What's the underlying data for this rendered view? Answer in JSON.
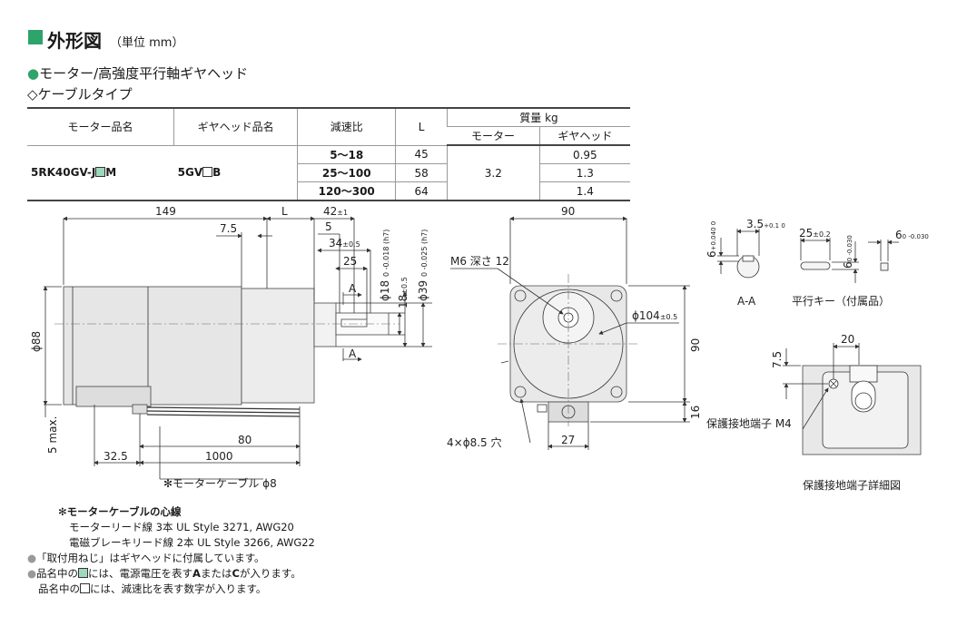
{
  "header": {
    "title": "外形図",
    "unit": "（単位 mm）",
    "subtitle": "モーター/高強度平行軸ギヤヘッド",
    "subtype": "◇ケーブルタイプ"
  },
  "table": {
    "headers": {
      "motor": "モーター品名",
      "gear": "ギヤヘッド品名",
      "ratio": "減速比",
      "L": "L",
      "mass": "質量 kg",
      "mass_motor": "モーター",
      "mass_gear": "ギヤヘッド"
    },
    "motor_name_pre": "5RK40GV-J",
    "motor_name_post": "M",
    "gear_name_pre": "5GV",
    "gear_name_post": "B",
    "motor_mass": "3.2",
    "rows": [
      {
        "ratio": "5～18",
        "L": "45",
        "gear_mass": "0.95"
      },
      {
        "ratio": "25～100",
        "L": "58",
        "gear_mass": "1.3"
      },
      {
        "ratio": "120～300",
        "L": "64",
        "gear_mass": "1.4"
      }
    ]
  },
  "dims": {
    "d149": "149",
    "dL": "L",
    "d42": "42",
    "d42t": "±1",
    "d7_5": "7.5",
    "d5": "5",
    "d34": "34",
    "d34t": "±0.5",
    "d25": "25",
    "dA": "A",
    "d18": "ϕ18",
    "d18t": "0 -0.018 (h7)",
    "d18b": "18",
    "d18bt": "±0.5",
    "d39": "ϕ39",
    "d39t": "0 -0.025 (h7)",
    "d88": "ϕ88",
    "d5max": "5 max.",
    "d32_5": "32.5",
    "d80": "80",
    "d1000": "1000",
    "cable": "✻モーターケーブル ϕ8",
    "d90top": "90",
    "d90side": "90",
    "m6": "M6 深さ 12",
    "d104": "ϕ104",
    "d104t": "±0.5",
    "holes": "4×ϕ8.5 穴",
    "d27": "27",
    "d16": "16",
    "aa6": "6",
    "aa6t": "+0.040 0",
    "aa35": "3.5",
    "aa35t": "+0.1 0",
    "aa_label": "A-A",
    "key25": "25",
    "key25t": "±0.2",
    "key6": "6",
    "key6t": "0 -0.030",
    "key6b": "6",
    "key6bt": "0 -0.030",
    "key_label": "平行キー（付属品）",
    "term20": "20",
    "term7_5": "7.5",
    "term_label": "保護接地端子 M4",
    "term_detail": "保護接地端子詳細図"
  },
  "notes": {
    "n1": "✻モーターケーブルの心線",
    "n2": "モーターリード線 3本 UL Style 3271, AWG20",
    "n3": "電磁ブレーキリード線 2本 UL Style 3266, AWG22",
    "n4": "「取付用ねじ」はギヤヘッドに付属しています。",
    "n5a": "品名中の",
    "n5b": "には、電源電圧を表す",
    "n5c": "A",
    "n5d": "または",
    "n5e": "C",
    "n5f": "が入ります。",
    "n6a": "品名中の",
    "n6b": "には、減速比を表す数字が入ります。"
  },
  "colors": {
    "accent": "#2ea36a",
    "highlight": "#9fd8bb",
    "body": "#e8e8e8"
  }
}
